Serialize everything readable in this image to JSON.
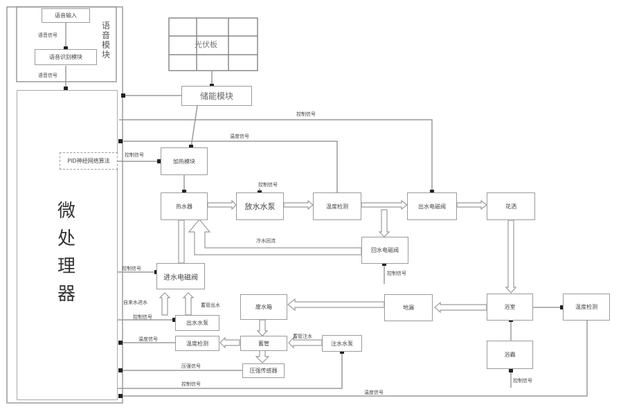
{
  "voice_module": {
    "title": "语音模块",
    "input": "语音输入",
    "signal_1": "语音信号",
    "recognizer": "语音识别模块",
    "signal_2": "语音信号"
  },
  "microprocessor": {
    "label": "微处理器"
  },
  "pid": {
    "label": "PID神经网络算法"
  },
  "energy": {
    "solar_panel": "光伏板",
    "storage": "储能模块"
  },
  "blocks": {
    "heating_module": "加热模块",
    "water_heater": "热水器",
    "release_pump": "放水水泵",
    "temp_detect_1": "温度检测",
    "outlet_valve": "出水电磁阀",
    "shower_head": "花洒",
    "return_valve": "回水电磁阀",
    "inlet_valve": "进水电磁阀",
    "outlet_pump": "出水水泵",
    "waste_tank": "废水箱",
    "floor_drain": "地漏",
    "bathroom": "浴室",
    "temp_detect_3": "温度检测",
    "bath_heater": "浴霸",
    "storage_tank": "蓄管",
    "temp_detect_2": "温度检测",
    "inject_pump": "注水水泵",
    "pressure_sensor": "压强传感器"
  },
  "signals": {
    "ctrl_outlet_valve": "控制信号",
    "temp_signal_top": "温度信号",
    "ctrl_heating": "控制信号",
    "ctrl_release_pump": "控制信号",
    "cold_return": "冷水回流",
    "ctrl_return_valve": "控制信号",
    "ctrl_inlet_valve": "控制信号",
    "tap_water_in": "自来水进水",
    "tank_out": "蓄管出水",
    "ctrl_outlet_pump": "控制信号",
    "temp_signal_tank": "温度信号",
    "tank_inject": "蓄管注水",
    "pressure_signal": "压强信号",
    "ctrl_inject_pump": "控制信号",
    "temp_signal_bottom": "温度信号",
    "ctrl_bath_heater": "控制信号"
  }
}
